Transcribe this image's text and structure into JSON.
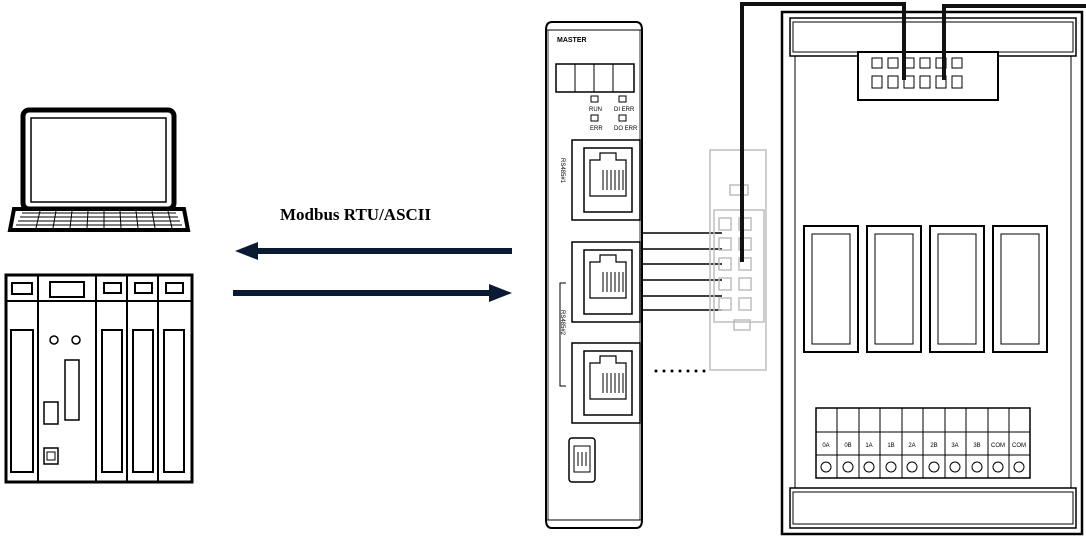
{
  "protocol_label": "Modbus RTU/ASCII",
  "master": {
    "label": "MASTER",
    "leds": [
      "RUN",
      "DI ERR",
      "ERR",
      "DO ERR"
    ],
    "port1_label": "RS485#1",
    "port2_label": "RS485#2"
  },
  "terminal_labels": [
    "0A",
    "0B",
    "1A",
    "1B",
    "2A",
    "2B",
    "3A",
    "3B",
    "COM",
    "COM"
  ],
  "colors": {
    "line": "#000000",
    "wire": "#111111",
    "faded": "#bdbdbd"
  }
}
